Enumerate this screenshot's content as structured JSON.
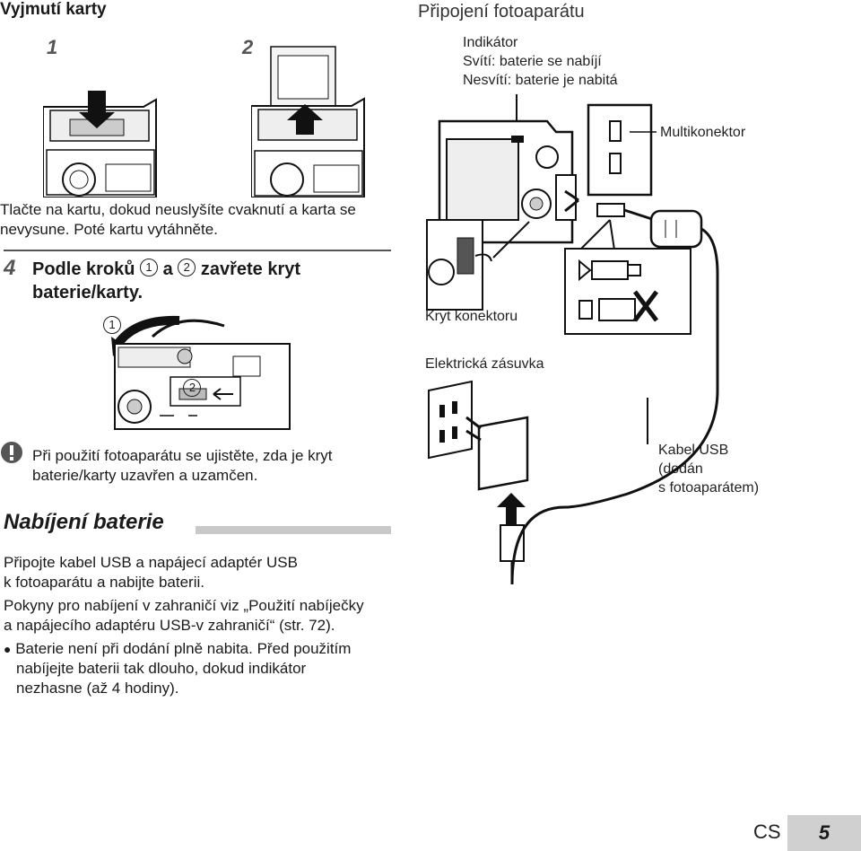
{
  "left": {
    "title": "Vyjmutí karty",
    "step1_num": "1",
    "step2_num": "2",
    "instruction": [
      "Tlačte na kartu, dokud neuslyšíte cvaknutí a karta se",
      "nevysune. Poté kartu vytáhněte."
    ],
    "step4_num": "4",
    "step4_parts": [
      "Podle kroků",
      "1",
      "a",
      "2",
      "zavřete kryt"
    ],
    "step4_line2": "baterie/karty.",
    "fig_marker1": "1",
    "fig_marker2": "2",
    "caution": [
      "Při použití fotoaparátu se ujistěte, zda je kryt",
      "baterie/karty uzavřen a uzamčen."
    ],
    "section_title": "Nabíjení baterie",
    "para1": [
      "Připojte kabel USB a napájecí adaptér USB",
      "k fotoaparátu a nabijte baterii."
    ],
    "para2": [
      "Pokyny pro nabíjení v zahraničí viz „Použití nabíječky",
      "a napájecího adaptéru USB-v zahraničí“ (str. 72)."
    ],
    "bullet": [
      "Baterie není při dodání plně nabita. Před použitím",
      "nabíjejte baterii tak dlouho, dokud indikátor",
      "nezhasne (až 4 hodiny)."
    ]
  },
  "right": {
    "title": "Připojení fotoaparátu",
    "indicator": [
      "Indikátor",
      "Svítí: baterie se nabíjí",
      "Nesvítí: baterie je nabitá"
    ],
    "multiconnector": "Multikonektor",
    "connector_cover": "Kryt konektoru",
    "outlet": "Elektrická zásuvka",
    "usb_cable": [
      "Kabel USB",
      "(dodán",
      "s fotoaparátem)"
    ]
  },
  "footer": {
    "lang": "CS",
    "page": "5"
  }
}
